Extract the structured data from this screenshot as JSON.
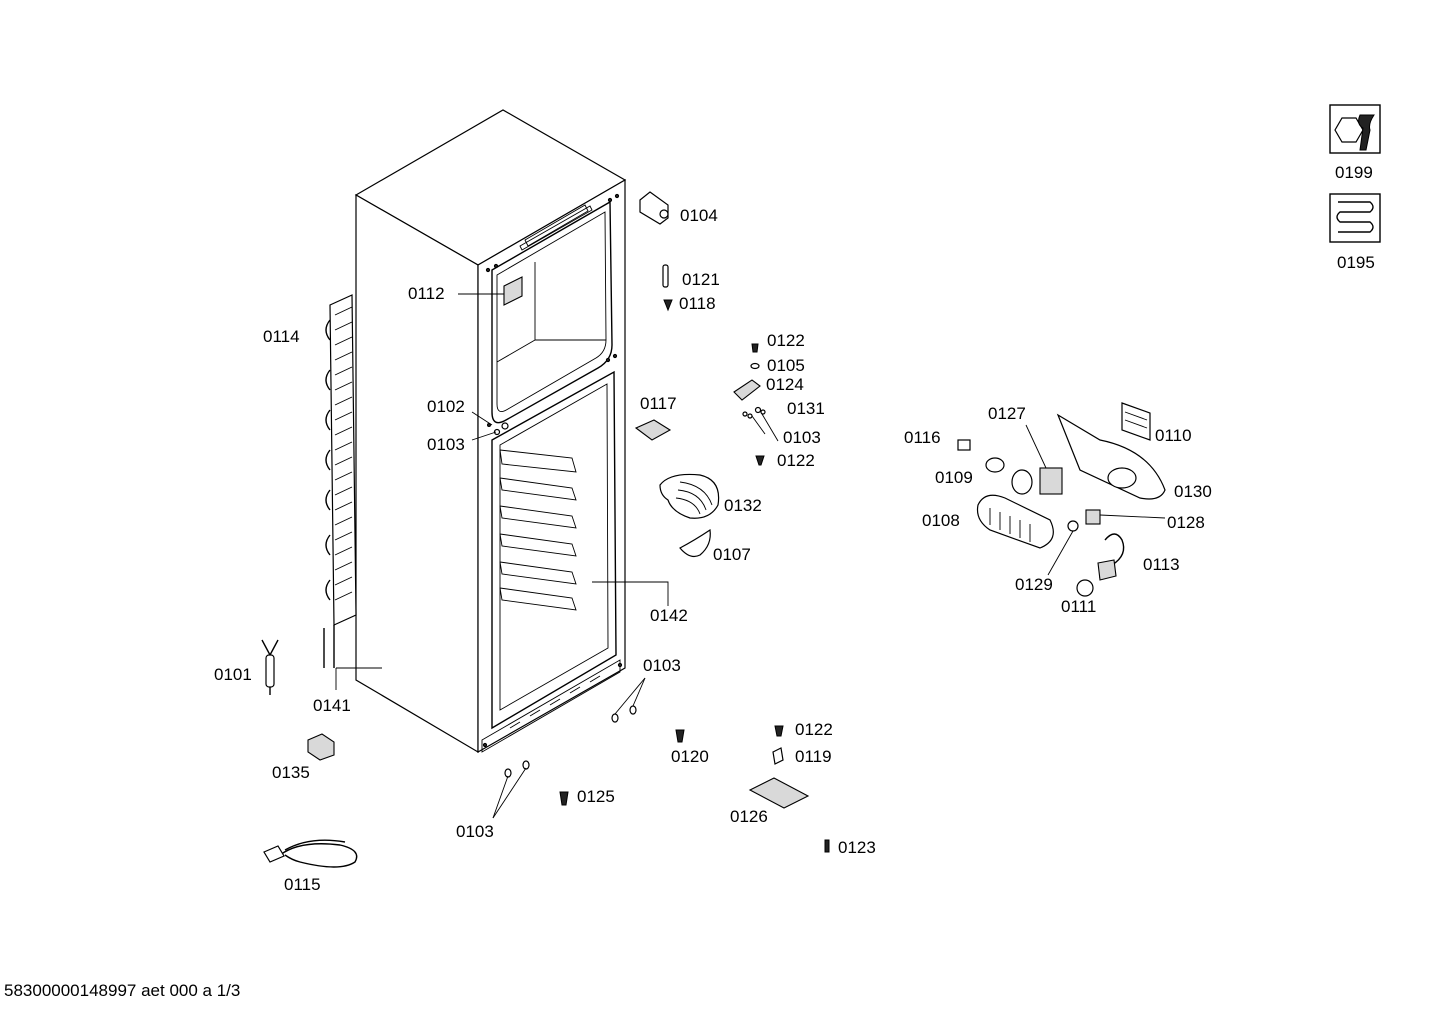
{
  "callouts": [
    {
      "id": "0104",
      "text": "0104"
    },
    {
      "id": "0121",
      "text": "0121"
    },
    {
      "id": "0118",
      "text": "0118"
    },
    {
      "id": "0112",
      "text": "0112"
    },
    {
      "id": "0114",
      "text": "0114"
    },
    {
      "id": "0122a",
      "text": "0122"
    },
    {
      "id": "0105",
      "text": "0105"
    },
    {
      "id": "0124",
      "text": "0124"
    },
    {
      "id": "0131",
      "text": "0131"
    },
    {
      "id": "0103a",
      "text": "0103"
    },
    {
      "id": "0122b",
      "text": "0122"
    },
    {
      "id": "0102",
      "text": "0102"
    },
    {
      "id": "0103b",
      "text": "0103"
    },
    {
      "id": "0117",
      "text": "0117"
    },
    {
      "id": "0132",
      "text": "0132"
    },
    {
      "id": "0107",
      "text": "0107"
    },
    {
      "id": "0142",
      "text": "0142"
    },
    {
      "id": "0103c",
      "text": "0103"
    },
    {
      "id": "0101",
      "text": "0101"
    },
    {
      "id": "0141",
      "text": "0141"
    },
    {
      "id": "0135",
      "text": "0135"
    },
    {
      "id": "0120",
      "text": "0120"
    },
    {
      "id": "0122c",
      "text": "0122"
    },
    {
      "id": "0119",
      "text": "0119"
    },
    {
      "id": "0125",
      "text": "0125"
    },
    {
      "id": "0126",
      "text": "0126"
    },
    {
      "id": "0103d",
      "text": "0103"
    },
    {
      "id": "0123",
      "text": "0123"
    },
    {
      "id": "0115",
      "text": "0115"
    },
    {
      "id": "0127",
      "text": "0127"
    },
    {
      "id": "0116",
      "text": "0116"
    },
    {
      "id": "0110",
      "text": "0110"
    },
    {
      "id": "0109",
      "text": "0109"
    },
    {
      "id": "0130",
      "text": "0130"
    },
    {
      "id": "0108",
      "text": "0108"
    },
    {
      "id": "0128",
      "text": "0128"
    },
    {
      "id": "0113",
      "text": "0113"
    },
    {
      "id": "0129",
      "text": "0129"
    },
    {
      "id": "0111",
      "text": "0111"
    },
    {
      "id": "0199",
      "text": "0199"
    },
    {
      "id": "0195",
      "text": "0195"
    }
  ],
  "footer": "58300000148997 aet 000 a 1/3"
}
